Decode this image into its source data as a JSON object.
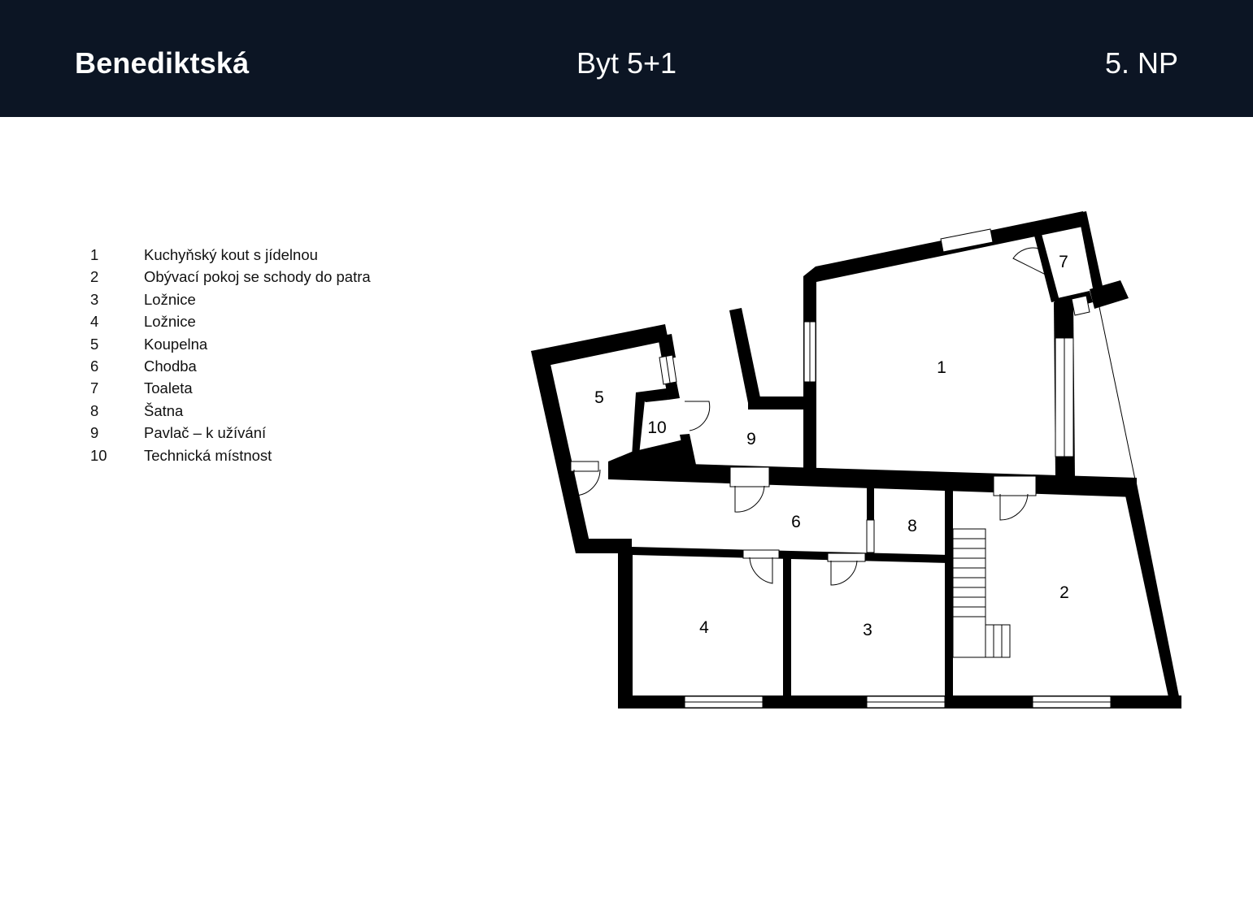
{
  "header": {
    "project": "Benediktská",
    "unit": "Byt 5+1",
    "floor": "5. NP"
  },
  "legend": [
    {
      "num": "1",
      "label": "Kuchyňský kout s jídelnou"
    },
    {
      "num": "2",
      "label": "Obývací pokoj se schody do patra"
    },
    {
      "num": "3",
      "label": "Ložnice"
    },
    {
      "num": "4",
      "label": "Ložnice"
    },
    {
      "num": "5",
      "label": "Koupelna"
    },
    {
      "num": "6",
      "label": "Chodba"
    },
    {
      "num": "7",
      "label": "Toaleta"
    },
    {
      "num": "8",
      "label": "Šatna"
    },
    {
      "num": "9",
      "label": "Pavlač – k užívání"
    },
    {
      "num": "10",
      "label": "Technická místnost"
    }
  ],
  "rooms": {
    "r1": "1",
    "r2": "2",
    "r3": "3",
    "r4": "4",
    "r5": "5",
    "r6": "6",
    "r7": "7",
    "r8": "8",
    "r9": "9",
    "r10": "10"
  },
  "colors": {
    "header_bg": "#0c1524",
    "header_text": "#ffffff",
    "wall": "#000000",
    "background": "#ffffff"
  }
}
